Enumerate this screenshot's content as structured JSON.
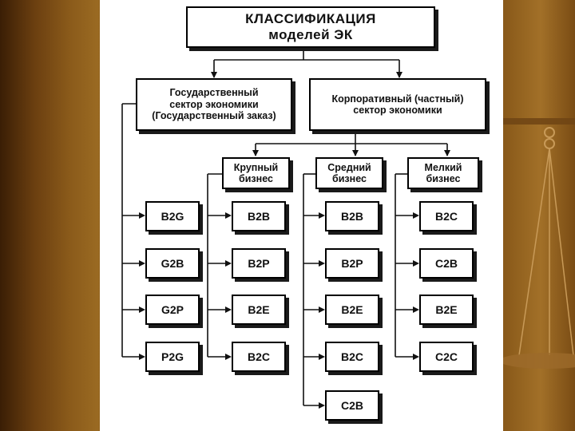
{
  "title": {
    "line1": "КЛАССИФИКАЦИЯ",
    "line2": "моделей ЭК"
  },
  "sectors": {
    "government": {
      "line1": "Государственный",
      "line2": "сектор экономики",
      "line3": "(Государственный заказ)"
    },
    "corporate": {
      "line1": "Корпоративный (частный)",
      "line2": "сектор экономики"
    }
  },
  "business_sizes": {
    "large": {
      "line1": "Крупный",
      "line2": "бизнес"
    },
    "medium": {
      "line1": "Средний",
      "line2": "бизнес"
    },
    "small": {
      "line1": "Мелкий",
      "line2": "бизнес"
    }
  },
  "models": {
    "government": [
      "B2G",
      "G2B",
      "G2P",
      "P2G"
    ],
    "large": [
      "B2B",
      "B2P",
      "B2E",
      "B2C"
    ],
    "medium": [
      "B2B",
      "B2P",
      "B2E",
      "B2C",
      "C2B"
    ],
    "small": [
      "B2C",
      "C2B",
      "B2E",
      "C2C"
    ]
  }
}
